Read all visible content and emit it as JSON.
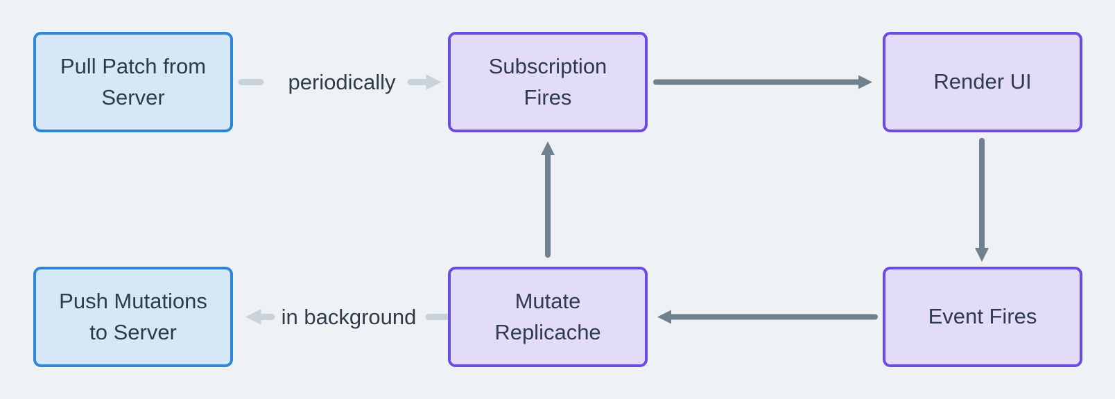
{
  "diagram": {
    "nodes": [
      {
        "id": "pull-patch-from-server",
        "label": "Pull Patch from Server",
        "color": "blue"
      },
      {
        "id": "subscription-fires",
        "label": "Subscription Fires",
        "color": "purple"
      },
      {
        "id": "render-ui",
        "label": "Render UI",
        "color": "purple"
      },
      {
        "id": "event-fires",
        "label": "Event Fires",
        "color": "purple"
      },
      {
        "id": "mutate-replicache",
        "label": "Mutate Replicache",
        "color": "purple"
      },
      {
        "id": "push-mutations-to-server",
        "label": "Push Mutations to Server",
        "color": "blue"
      }
    ],
    "edges": [
      {
        "from": "pull-patch-from-server",
        "to": "subscription-fires",
        "label": "periodically",
        "style": "light"
      },
      {
        "from": "subscription-fires",
        "to": "render-ui",
        "label": "",
        "style": "dark"
      },
      {
        "from": "render-ui",
        "to": "event-fires",
        "label": "",
        "style": "dark"
      },
      {
        "from": "event-fires",
        "to": "mutate-replicache",
        "label": "",
        "style": "dark"
      },
      {
        "from": "mutate-replicache",
        "to": "subscription-fires",
        "label": "",
        "style": "dark"
      },
      {
        "from": "mutate-replicache",
        "to": "push-mutations-to-server",
        "label": "in background",
        "style": "light"
      }
    ]
  },
  "colors": {
    "canvas_bg": "#eff2f5",
    "blue_fill": "#d6e7f7",
    "blue_border": "#2e86d8",
    "purple_fill": "#e2dcf9",
    "purple_border": "#6a4ce4",
    "arrow_dark": "#70808f",
    "arrow_light": "#c8d2da",
    "text": "#2e3b49"
  }
}
